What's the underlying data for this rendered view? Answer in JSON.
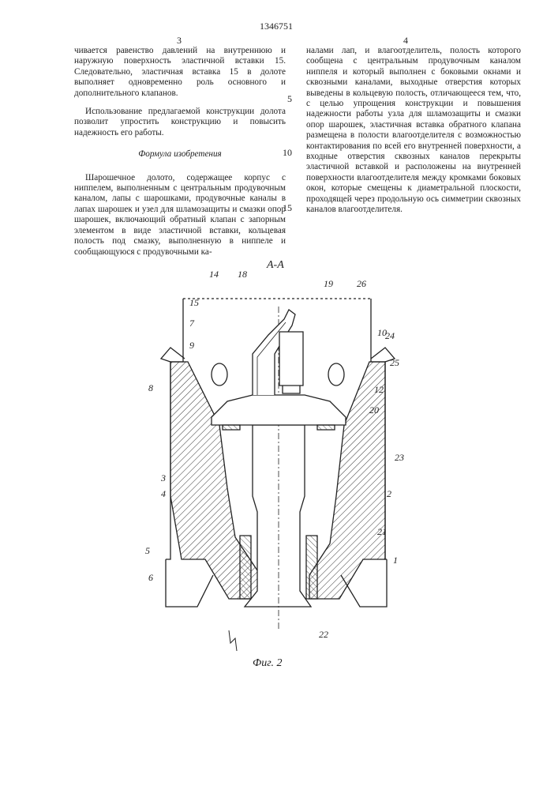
{
  "header": {
    "patent_number": "1346751",
    "left_page_num": "3",
    "right_page_num": "4"
  },
  "left_column": {
    "p1": "чивается равенство давлений на внутреннюю и наружную поверхность эластичной вставки 15. Следовательно, эластичная вставка 15 в долоте выполняет одновременно роль основного и дополнительного клапанов.",
    "p2": "Использование предлагаемой конструкции долота позволит упростить конструкцию и повысить надежность его работы.",
    "title": "Формула изобретения",
    "p3": "Шарошечное долото, содержащее корпус с ниппелем, выполненным с центральным продувочным каналом, лапы с шарошками, продувочные каналы в лапах шарошек и узел для шламозащиты и смазки опор шарошек, включающий обратный клапан с запорным элементом в виде эластичной вставки, кольцевая полость под смазку, выполненную в ниппеле и сообщающуюся с продувочными ка-"
  },
  "right_column": {
    "p1": "налами лап, и влагоотделитель, полость которого сообщена с центральным продувочным каналом ниппеля и который выполнен с боковыми окнами и сквозными каналами, выходные отверстия которых выведены в кольцевую полость, отличающееся тем, что, с целью упрощения конструкции и повышения надежности работы узла для шламозащиты и смазки опор шарошек, эластичная вставка обратного клапана размещена в полости влагоотделителя с возможностью контактирования по всей его внутренней поверхности, а входные отверстия сквозных каналов перекрыты эластичной вставкой и расположены на внутренней поверхности влагоотделителя между кромками боковых окон, которые смещены к диаметральной плоскости, проходящей через продольную ось симметрии сквозных каналов влагоотделителя."
  },
  "line_numbers": [
    "5",
    "10",
    "15"
  ],
  "figure": {
    "section_label": "А-А",
    "caption": "Фиг. 2",
    "callouts": [
      "14",
      "18",
      "19",
      "26",
      "10",
      "15",
      "7",
      "24",
      "9",
      "25",
      "8",
      "12",
      "20",
      "23",
      "3",
      "2",
      "4",
      "21",
      "5",
      "1",
      "6",
      "22"
    ]
  }
}
